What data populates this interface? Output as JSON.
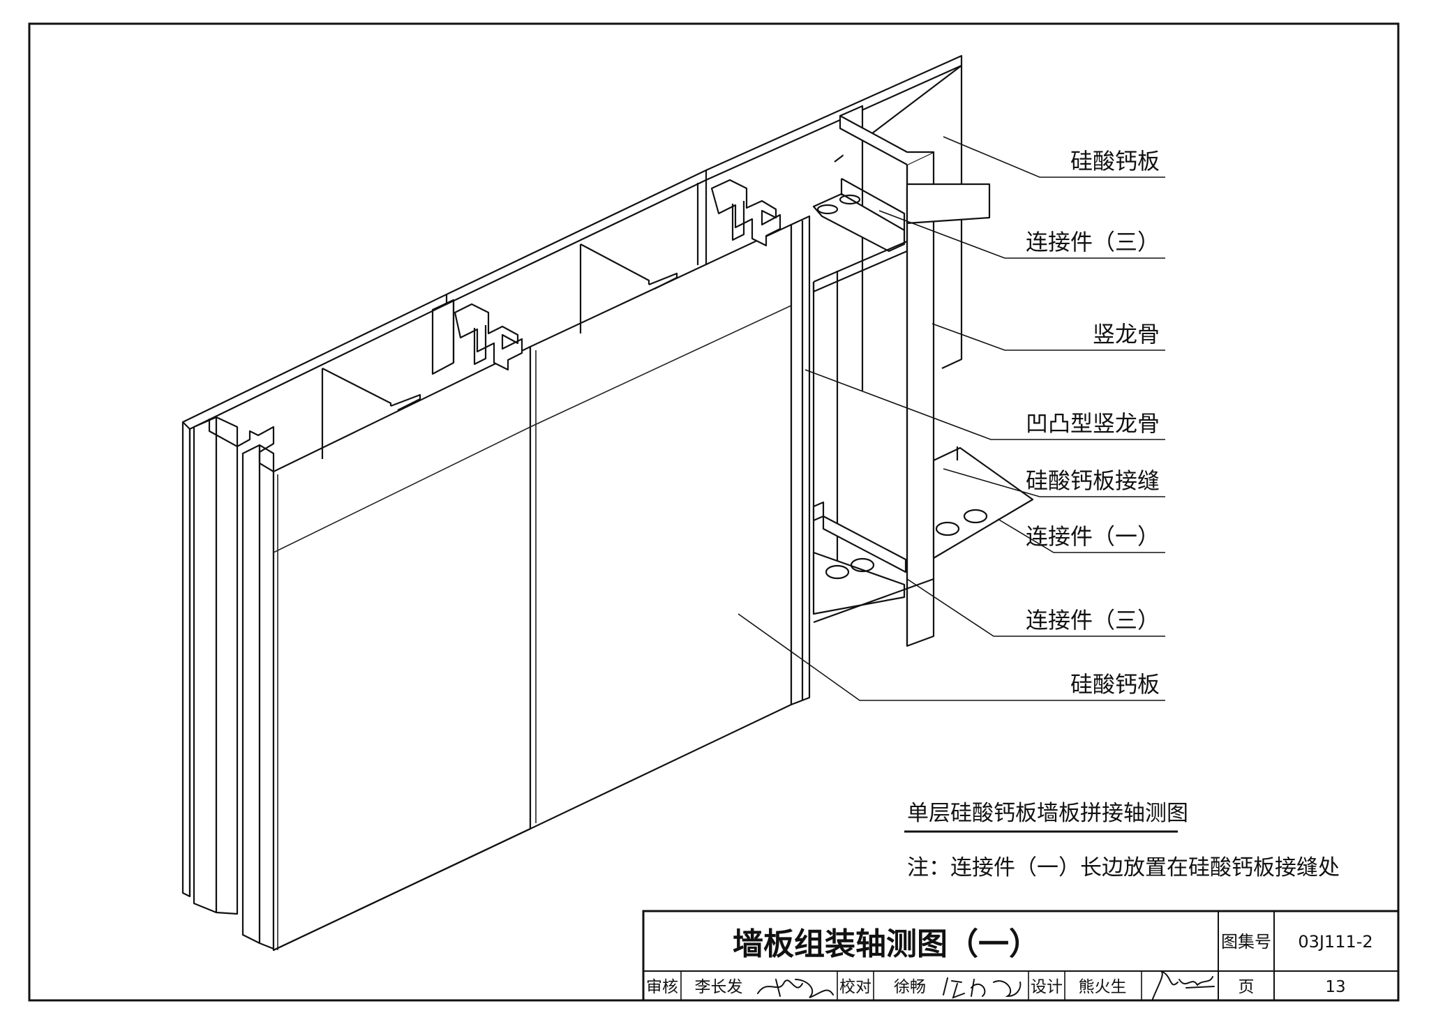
{
  "labels": {
    "l1": "硅酸钙板",
    "l2": "连接件（三）",
    "l3": "竖龙骨",
    "l4": "凹凸型竖龙骨",
    "l5": "硅酸钙板接缝",
    "l6": "连接件（一）",
    "l7": "连接件（三）",
    "l8": "硅酸钙板"
  },
  "caption": {
    "title": "单层硅酸钙板墙板拼接轴测图",
    "note": "注：连接件（一）长边放置在硅酸钙板接缝处"
  },
  "title_block": {
    "drawing_title": "墙板组装轴测图（一）",
    "atlas_label": "图集号",
    "atlas_number": "03J111-2",
    "review_label": "审核",
    "reviewer": "李长发",
    "reviewer_signature": "李长发",
    "check_label": "校对",
    "checker": "徐畅",
    "checker_signature": "徐畅",
    "design_label": "设计",
    "designer": "熊火生",
    "designer_signature": "熊火生",
    "page_label": "页",
    "page_number": "13"
  }
}
